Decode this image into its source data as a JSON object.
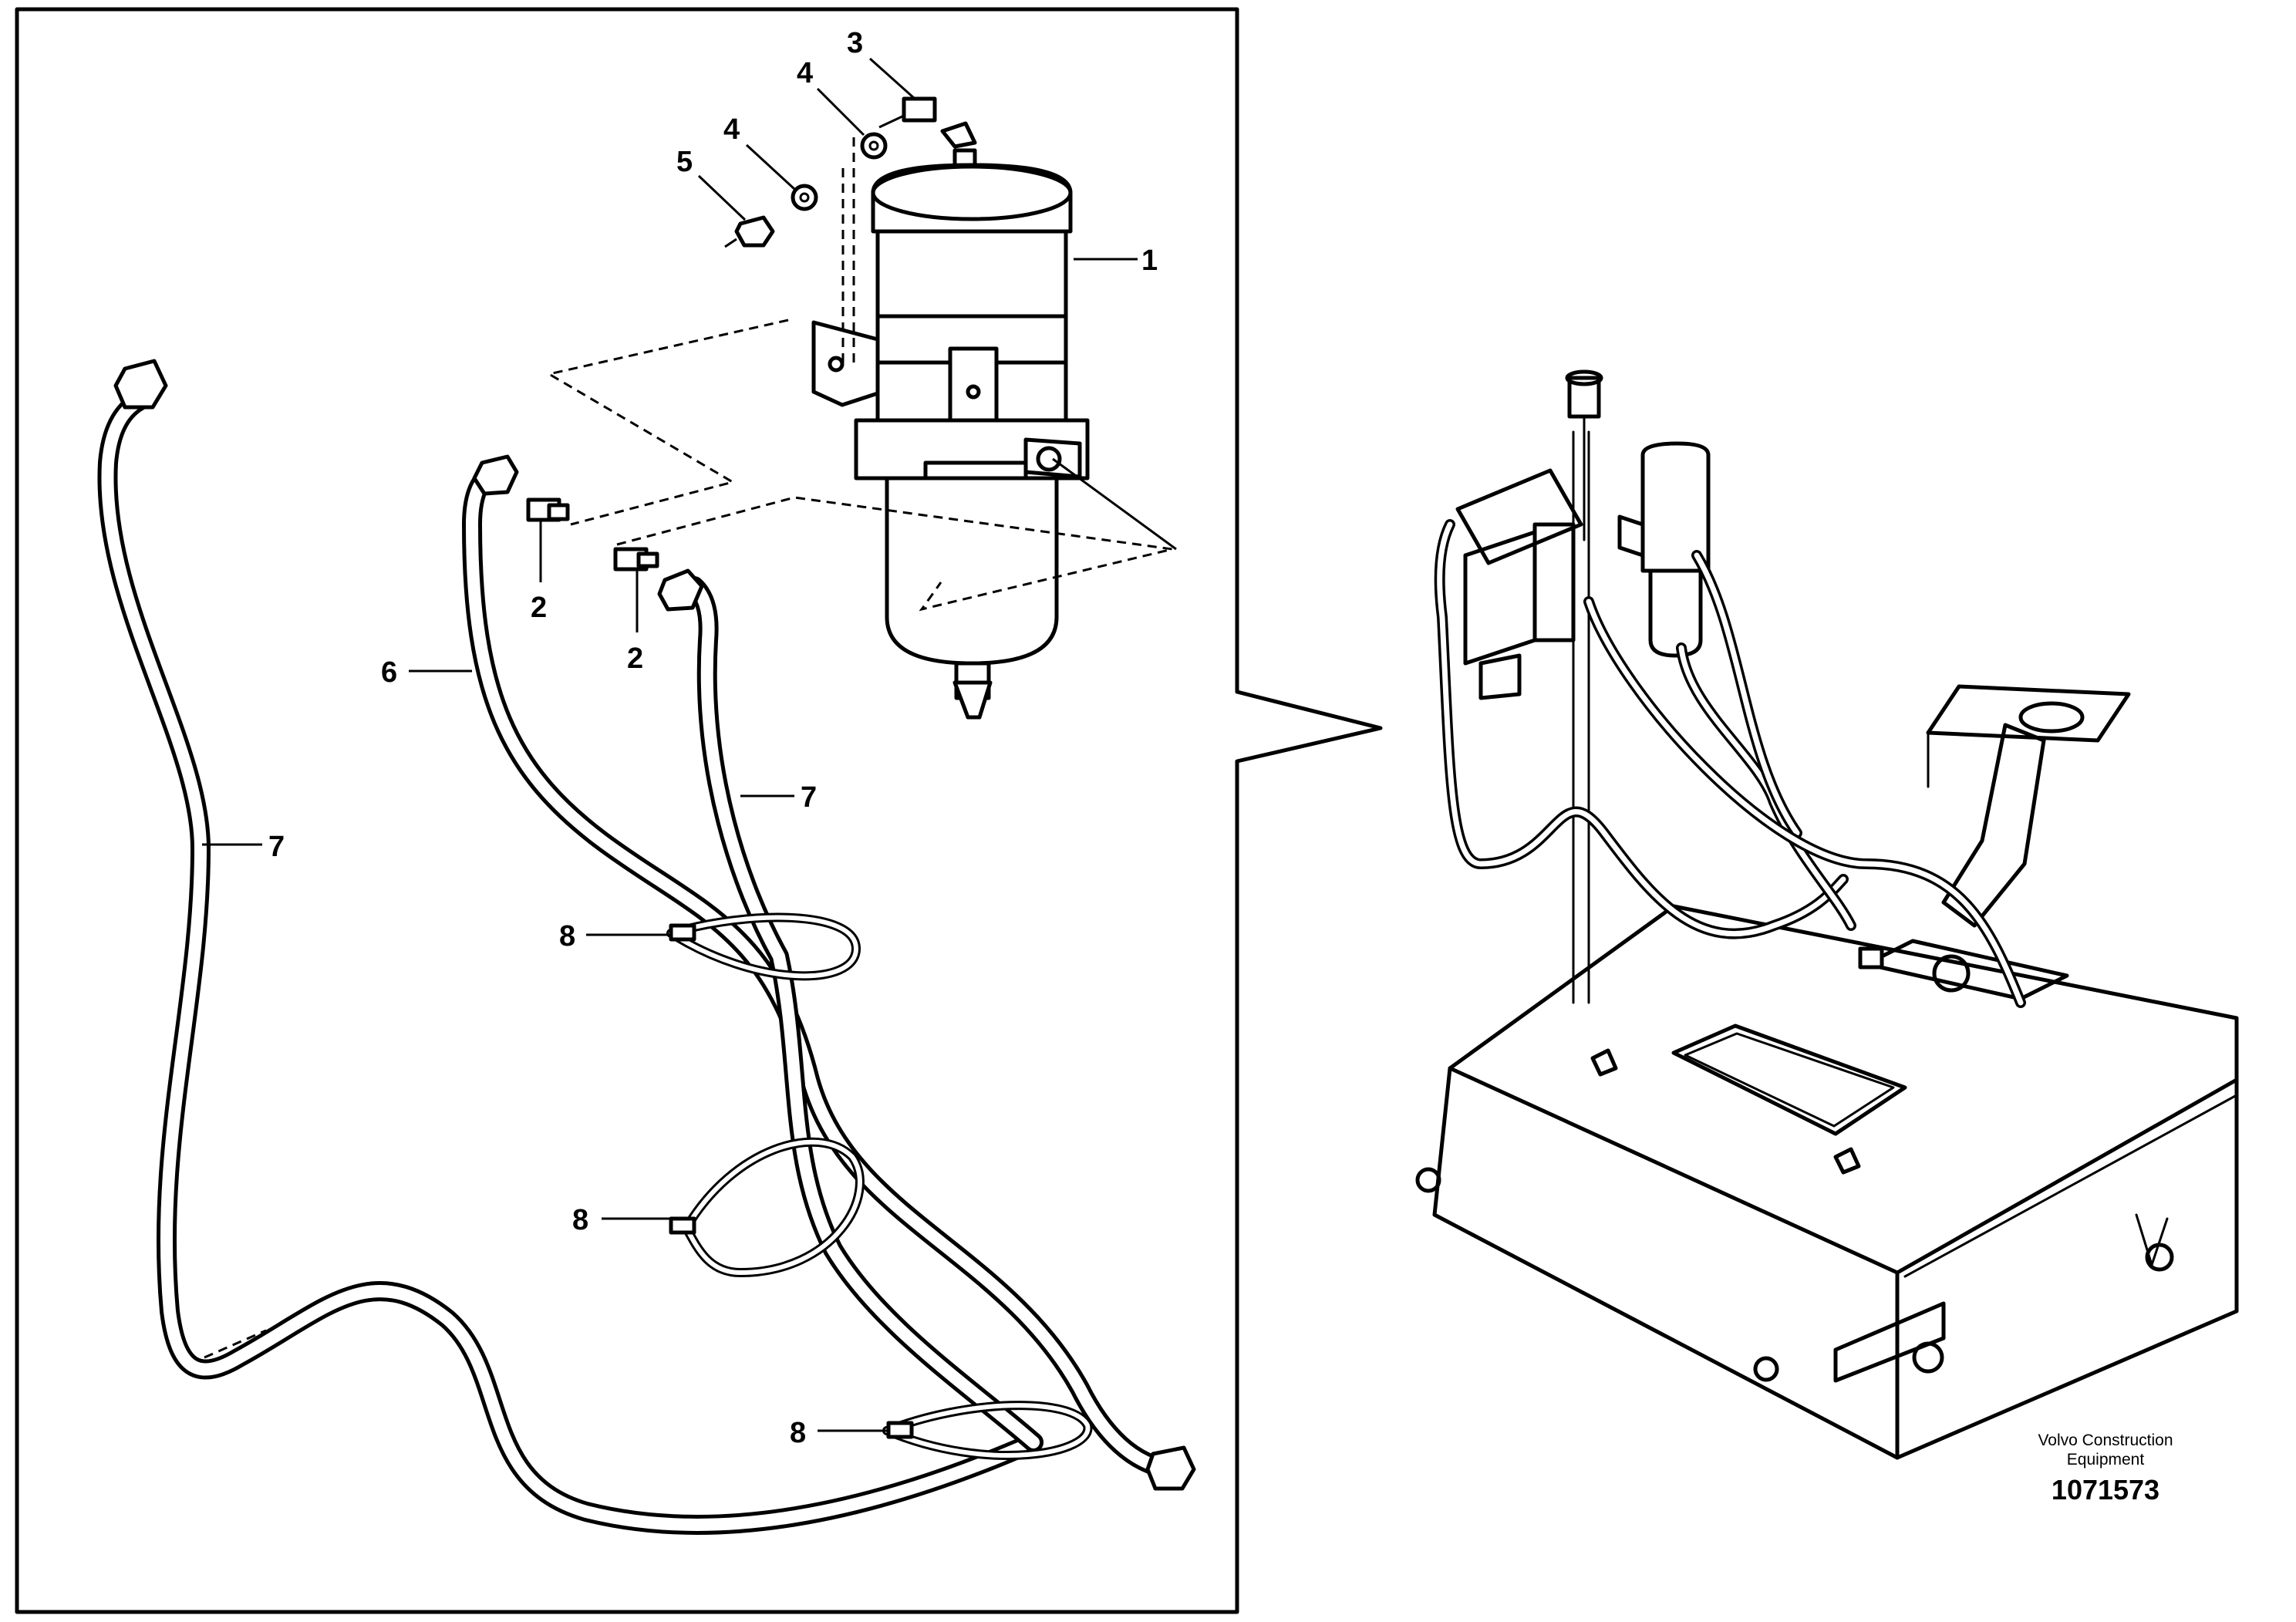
{
  "callouts": {
    "c1": "1",
    "c2a": "2",
    "c2b": "2",
    "c3": "3",
    "c4a": "4",
    "c4b": "4",
    "c5": "5",
    "c6": "6",
    "c7a": "7",
    "c7b": "7",
    "c8a": "8",
    "c8b": "8",
    "c8c": "8"
  },
  "footer": {
    "publisher_line1": "Volvo Construction",
    "publisher_line2": "Equipment",
    "document_number": "1071573"
  }
}
